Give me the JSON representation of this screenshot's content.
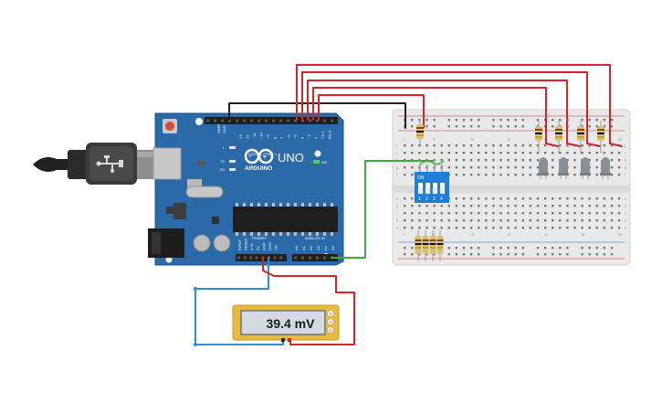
{
  "arduino": {
    "brand": "ARDUINO",
    "model": "UNO",
    "on_label": "ON",
    "l_label": "L",
    "tx_label": "TX",
    "rx_label": "RX",
    "digital_label": "DIGITAL (PWM~)",
    "power_label": "POWER",
    "analog_label": "ANALOG IN",
    "aref_label": "AREF",
    "gnd_label": "GND",
    "digital_pins": [
      "13",
      "12",
      "~11",
      "~10",
      "~9",
      "8",
      "7",
      "~6",
      "~5",
      "4",
      "~3",
      "2",
      "TX 1",
      "RX 0"
    ],
    "power_pins": [
      "IOREF",
      "RESET",
      "3.3V",
      "5V",
      "GND",
      "GND",
      "Vin"
    ],
    "analog_pins": [
      "A0",
      "A1",
      "A2",
      "A3",
      "A4",
      "A5"
    ]
  },
  "dip_switch": {
    "on_label": "ON",
    "positions": [
      "1",
      "2",
      "3",
      "4"
    ]
  },
  "multimeter": {
    "reading": "39.4 mV",
    "modes": [
      "A",
      "V",
      "Ω"
    ]
  },
  "breadboard": {
    "column_numbers": [
      "1",
      "5",
      "10",
      "15",
      "20",
      "25",
      "30"
    ],
    "row_letters_top": [
      "j",
      "i",
      "h",
      "g",
      "f"
    ],
    "row_letters_bottom": [
      "e",
      "d",
      "c",
      "b",
      "a"
    ]
  },
  "colors": {
    "board_blue": "#2a6aa8",
    "wire_red": "#d8232a",
    "wire_black": "#222222",
    "wire_green": "#3cae3a",
    "wire_blue": "#2f8ed8",
    "multimeter_yellow": "#e8b840",
    "dip_blue": "#1f7fd6"
  }
}
